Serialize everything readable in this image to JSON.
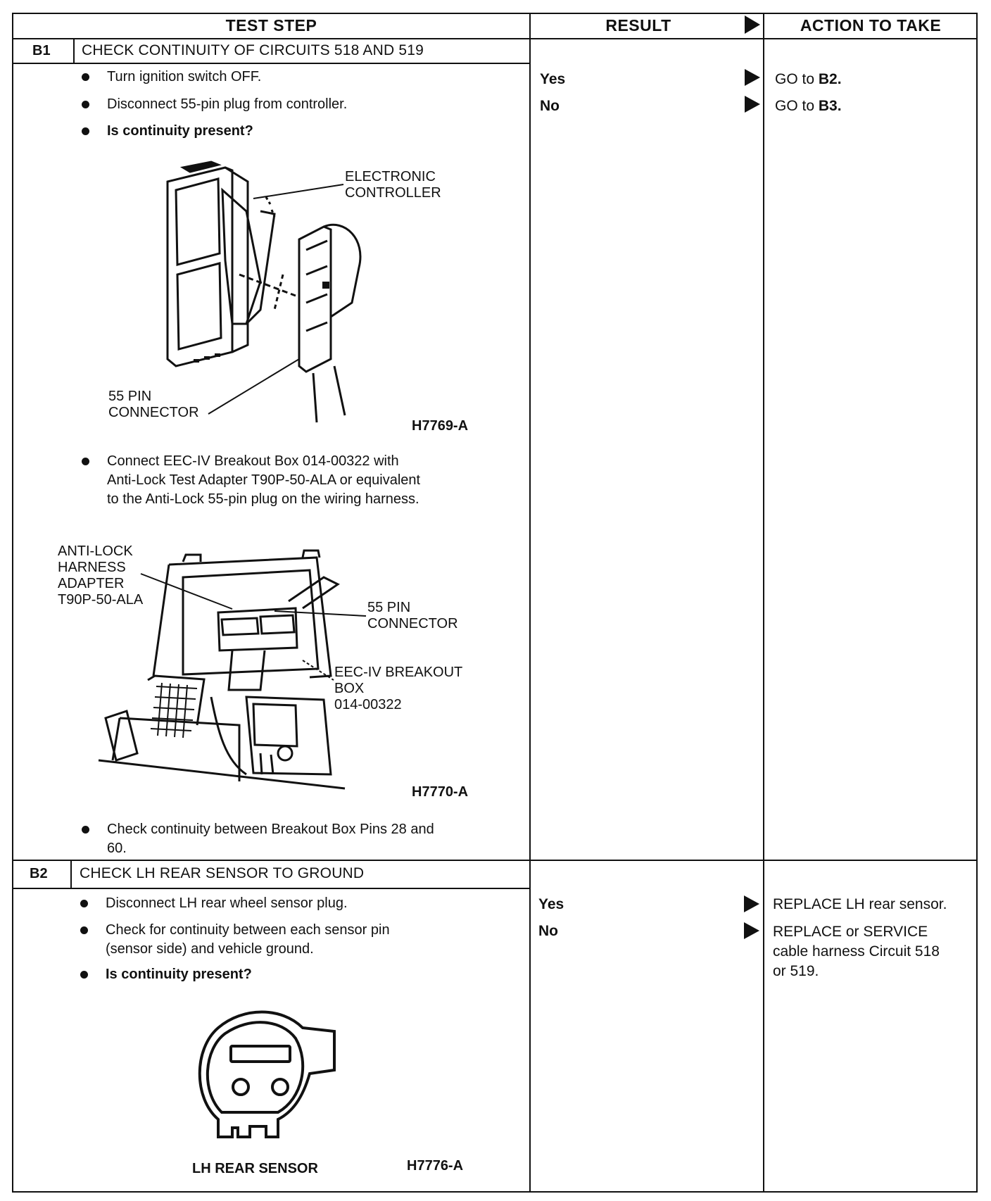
{
  "header": {
    "test_step": "TEST STEP",
    "result": "RESULT",
    "action": "ACTION TO TAKE"
  },
  "b1": {
    "id": "B1",
    "title": "CHECK CONTINUITY OF CIRCUITS 518 AND 519",
    "bullets": [
      "Turn ignition switch OFF.",
      "Disconnect 55-pin plug from controller.",
      "Is continuity present?"
    ],
    "figure1": {
      "label_controller_1": "ELECTRONIC",
      "label_controller_2": "CONTROLLER",
      "label_connector_1": "55 PIN",
      "label_connector_2": "CONNECTOR",
      "code": "H7769-A"
    },
    "bullet_connect": [
      "Connect EEC-IV Breakout Box 014-00322 with",
      "Anti-Lock Test Adapter T90P-50-ALA or equivalent",
      "to the Anti-Lock 55-pin plug on the wiring harness."
    ],
    "figure2": {
      "adapter_1": "ANTI-LOCK",
      "adapter_2": "HARNESS",
      "adapter_3": "ADAPTER",
      "adapter_4": "T90P-50-ALA",
      "connector_1": "55 PIN",
      "connector_2": "CONNECTOR",
      "box_1": "EEC-IV BREAKOUT",
      "box_2": "BOX",
      "box_3": "014-00322",
      "code": "H7770-A"
    },
    "bullet_check": [
      "Check continuity between Breakout Box Pins 28 and",
      "60."
    ],
    "results": [
      "Yes",
      "No"
    ],
    "actions": [
      {
        "prefix": "GO to ",
        "target": "B2."
      },
      {
        "prefix": "GO to ",
        "target": "B3."
      }
    ]
  },
  "b2": {
    "id": "B2",
    "title": "CHECK LH REAR SENSOR TO GROUND",
    "bullets": [
      "Disconnect LH rear wheel sensor plug.",
      "Check for continuity between each sensor pin",
      "(sensor side) and vehicle ground.",
      "Is continuity present?"
    ],
    "figure": {
      "label": "LH REAR SENSOR",
      "code": "H7776-A"
    },
    "results": [
      "Yes",
      "No"
    ],
    "actions": [
      "REPLACE LH rear sensor.",
      "REPLACE or SERVICE",
      "cable harness Circuit 518",
      "or 519."
    ]
  }
}
